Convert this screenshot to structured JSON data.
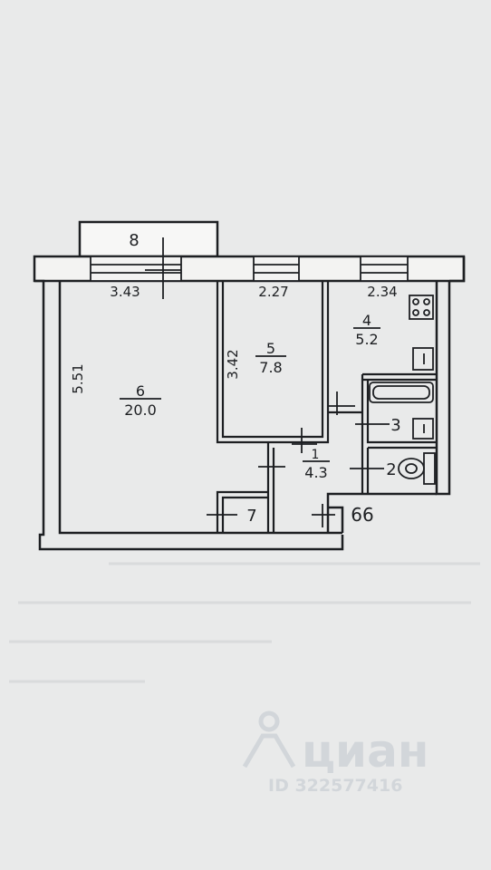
{
  "balcony": {
    "number": "8"
  },
  "rooms": [
    {
      "number": "6",
      "area": "20.0"
    },
    {
      "number": "5",
      "area": "7.8"
    },
    {
      "number": "4",
      "area": "5.2"
    },
    {
      "number": "3"
    },
    {
      "number": "2"
    },
    {
      "number": "1",
      "area": "4.3"
    },
    {
      "number": "7"
    }
  ],
  "dimensions": {
    "room6_width": "3.43",
    "room5_width": "2.27",
    "room4_width": "2.34",
    "room6_length": "5.51",
    "room5_length": "3.42"
  },
  "entrance_label": "66",
  "watermark": {
    "brand": "циан",
    "id": "ID 322577416"
  },
  "colors": {
    "paper": "#e9eaea",
    "ink": "#1d1f22",
    "watermark": "#d2d6da"
  }
}
